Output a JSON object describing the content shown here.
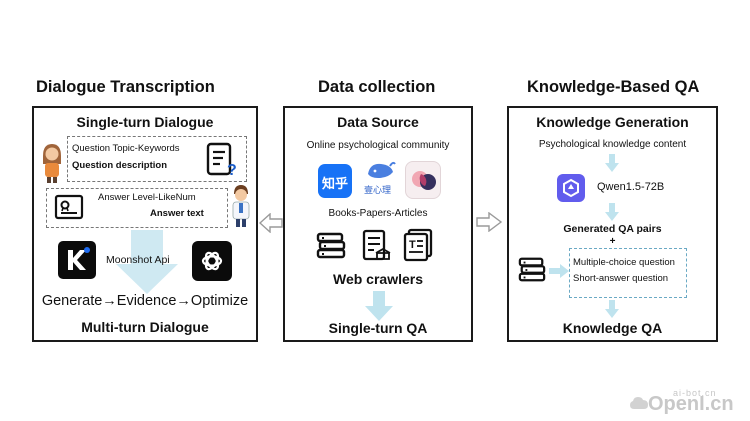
{
  "columns": {
    "left_title": "Dialogue Transcription",
    "mid_title": "Data collection",
    "right_title": "Knowledge-Based QA"
  },
  "left": {
    "panel_title": "Single-turn Dialogue",
    "question_topic": "Question Topic-Keywords",
    "question_desc": "Question description",
    "answer_level": "Answer Level-LikeNum",
    "answer_text": "Answer text",
    "moonshot": "Moonshot Api",
    "pipeline": "Generate→Evidence→Optimize",
    "footer": "Multi-turn Dialogue"
  },
  "mid": {
    "panel_title": "Data Source",
    "online": "Online psychological community",
    "zhihu": "知乎",
    "yixinli": "壹心理",
    "books": "Books-Papers-Articles",
    "crawlers": "Web crawlers",
    "footer": "Single-turn QA"
  },
  "right": {
    "panel_title": "Knowledge Generation",
    "content": "Psychological knowledge content",
    "model": "Qwen1.5-72B",
    "generated": "Generated QA pairs",
    "plus": "+",
    "mcq": "Multiple-choice question",
    "short": "Short-answer question",
    "footer": "Knowledge QA"
  },
  "watermark": {
    "top": "ai-bot.cn",
    "main": "OpenI.cn"
  },
  "colors": {
    "arrow_light_blue": "#bfe3ee",
    "zhihu_blue": "#1772f6",
    "qwen_purple": "#615ced"
  }
}
